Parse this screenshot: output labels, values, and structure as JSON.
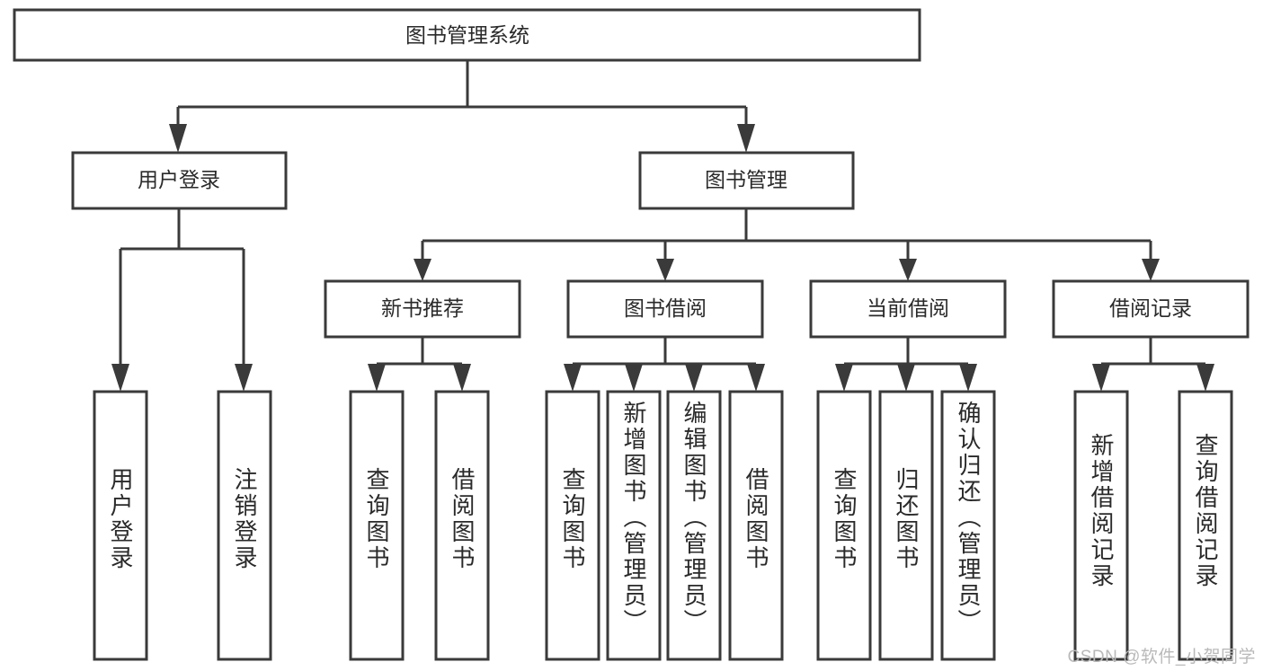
{
  "diagram": {
    "type": "tree-hierarchy",
    "title": "图书管理系统",
    "watermark": "CSDN @软件_小贺同学",
    "colors": {
      "stroke": "#3a3a3a",
      "fill": "#ffffff",
      "text": "#2a2a2a",
      "watermark": "#b9b9b9",
      "background": "#ffffff"
    },
    "root": {
      "label": "图书管理系统"
    },
    "level2": [
      {
        "label": "用户登录"
      },
      {
        "label": "图书管理"
      }
    ],
    "level3": [
      {
        "label": "新书推荐"
      },
      {
        "label": "图书借阅"
      },
      {
        "label": "当前借阅"
      },
      {
        "label": "借阅记录"
      }
    ],
    "leaves": {
      "user_login": [
        {
          "label": "用户登录"
        },
        {
          "label": "注销登录"
        }
      ],
      "new_book_recommend": [
        {
          "label": "查询图书"
        },
        {
          "label": "借阅图书"
        }
      ],
      "book_borrow": [
        {
          "label": "查询图书"
        },
        {
          "label": "新增图书（管理员）"
        },
        {
          "label": "编辑图书（管理员）"
        },
        {
          "label": "借阅图书"
        }
      ],
      "current_borrow": [
        {
          "label": "查询图书"
        },
        {
          "label": "归还图书"
        },
        {
          "label": "确认归还（管理员）"
        }
      ],
      "borrow_records": [
        {
          "label": "新增借阅记录"
        },
        {
          "label": "查询借阅记录"
        }
      ]
    }
  }
}
